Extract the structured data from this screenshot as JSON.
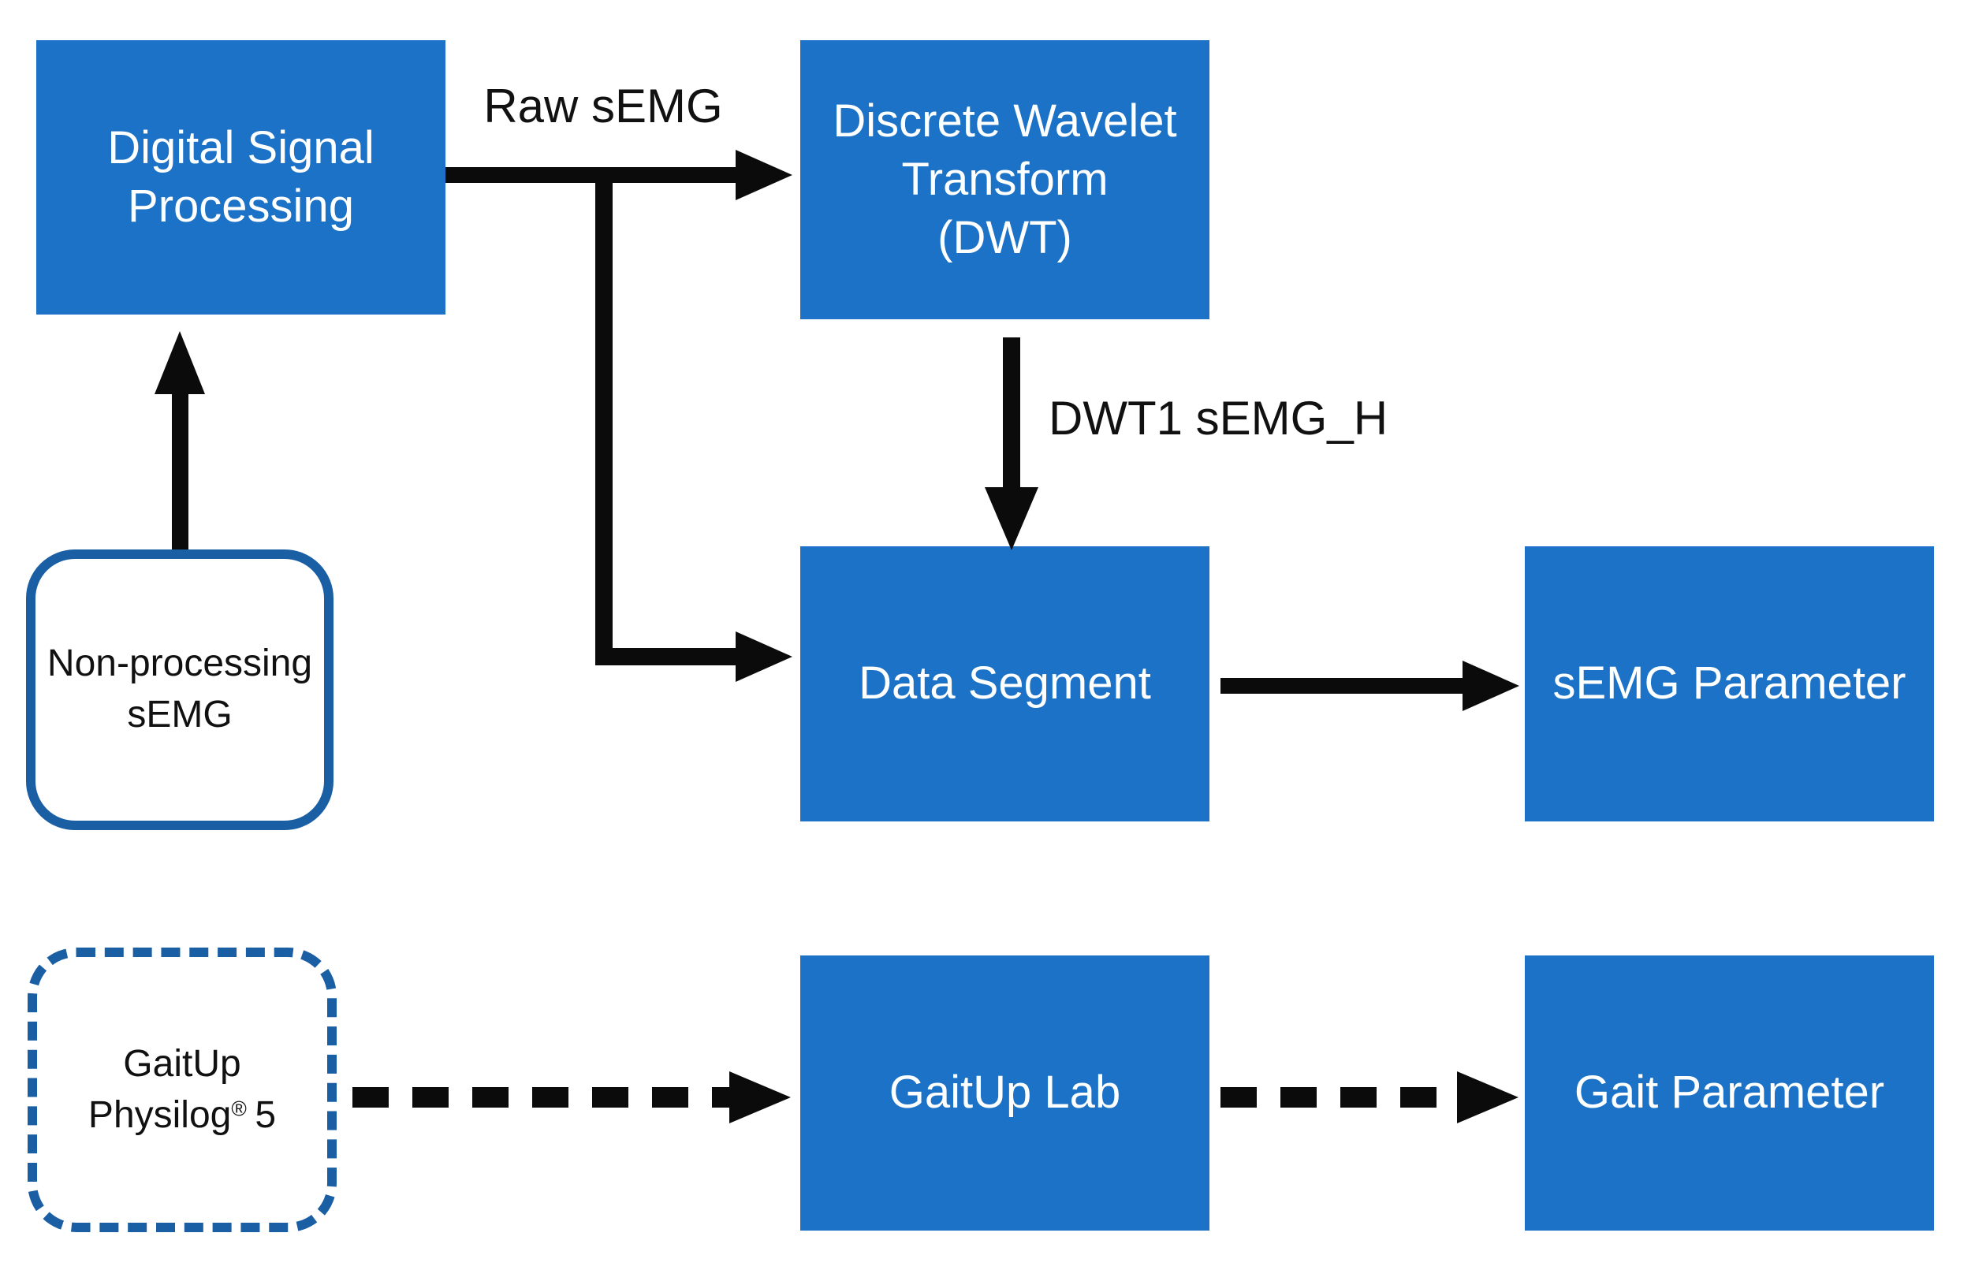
{
  "diagram": {
    "boxes": {
      "digital_signal_processing": {
        "label": "Digital Signal\nProcessing"
      },
      "discrete_wavelet_transform": {
        "label": "Discrete Wavelet\nTransform\n(DWT)"
      },
      "data_segment": {
        "label": "Data Segment"
      },
      "semg_parameter": {
        "label": "sEMG Parameter"
      },
      "gaitup_lab": {
        "label": "GaitUp Lab"
      },
      "gait_parameter": {
        "label": "Gait Parameter"
      },
      "non_processing_semg": {
        "label": "Non-processing\nsEMG"
      },
      "gaitup_physilog": {
        "line1": "GaitUp",
        "line2_name": "Physilog",
        "line2_reg": "®",
        "line2_num": "5"
      }
    },
    "arrow_labels": {
      "raw_semg": "Raw sEMG",
      "dwt1_semg_h": "DWT1 sEMG_H"
    },
    "colors": {
      "box_fill": "#1C72C6",
      "box_text": "#FFFFFF",
      "outline_stroke": "#1A5EA3",
      "outline_text": "#111111",
      "arrow": "#0B0B0B",
      "background": "#FFFFFF"
    }
  }
}
